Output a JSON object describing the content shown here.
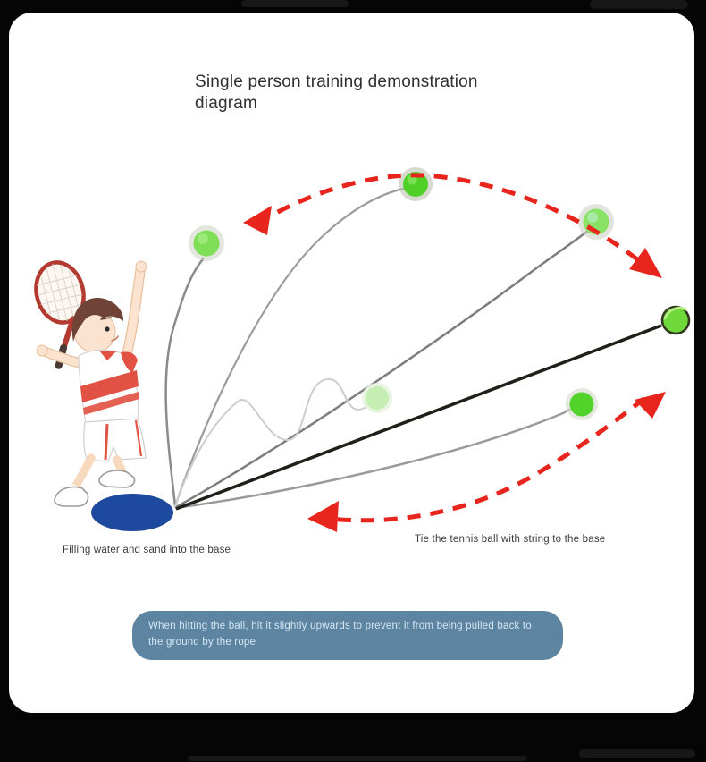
{
  "title": "Single person training demonstration diagram",
  "labels": {
    "base_label": "Filling water and sand into the base",
    "string_label": "Tie the tennis ball with string to the base",
    "note": "When hitting the ball, hit it slightly upwards to prevent it from being pulled back to the ground by the rope"
  },
  "colors": {
    "accent_red": "#e8251d",
    "ball_green": "#54d22a",
    "ball_green_pale": "#c4eeb2",
    "base_blue": "#1d4a9e",
    "note_background": "#5d84a1",
    "note_text": "#d3e7f4",
    "rope_black": "#20201a",
    "string_gray": "#9a9a9a",
    "frame_black": "#050505",
    "card_white": "#ffffff"
  },
  "scene_elements": {
    "player": "cartoon-child-serving-with-tennis-racket",
    "base": "blue-elliptical-weighted-base",
    "balls": "six-green-tennis-balls-on-strings",
    "trajectory": "red-dashed-arrows-showing-ball-path"
  }
}
